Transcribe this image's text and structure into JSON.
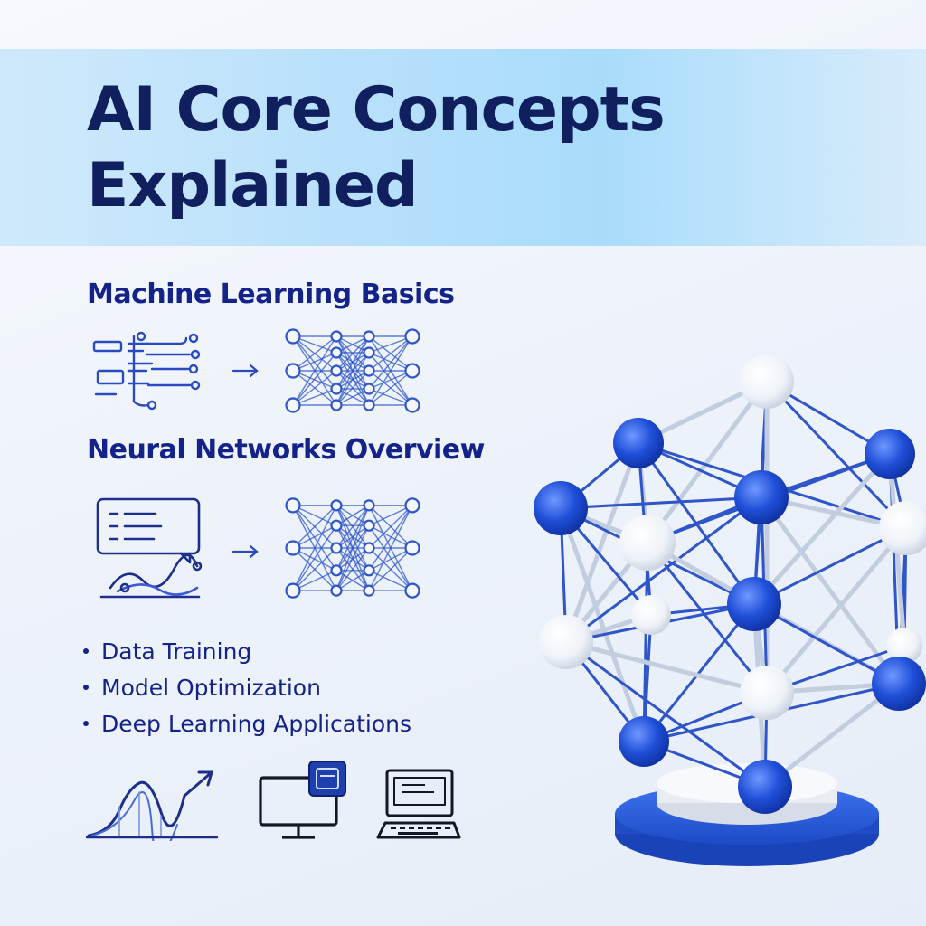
{
  "title": {
    "line1": "AI Core Concepts",
    "line2": "Explained"
  },
  "sections": {
    "machine_learning": {
      "heading": "Machine Learning Basics"
    },
    "neural_networks": {
      "heading": "Neural Networks Overview"
    }
  },
  "bullets": [
    {
      "label": "Data Training"
    },
    {
      "label": "Model Optimization"
    },
    {
      "label": "Deep Learning Applications"
    }
  ],
  "icons": {
    "ml_input": "data-list-icon",
    "ml_arrow": "arrow-right-icon",
    "ml_network": "neural-network-icon",
    "nn_input": "chat-chart-icon",
    "nn_arrow": "arrow-right-icon",
    "nn_network": "neural-network-icon",
    "footer": [
      "growth-chart-icon",
      "monitor-icon",
      "computer-keyboard-icon"
    ],
    "hero": "3d-neural-network-model"
  },
  "colors": {
    "title": "#101f5e",
    "heading": "#14238a",
    "banner": "#b7e0fb",
    "node_blue": "#1f4fd8",
    "node_white": "#f2f5fa",
    "edge_blue": "#2f55c8",
    "pedestal": "#2357d6"
  }
}
